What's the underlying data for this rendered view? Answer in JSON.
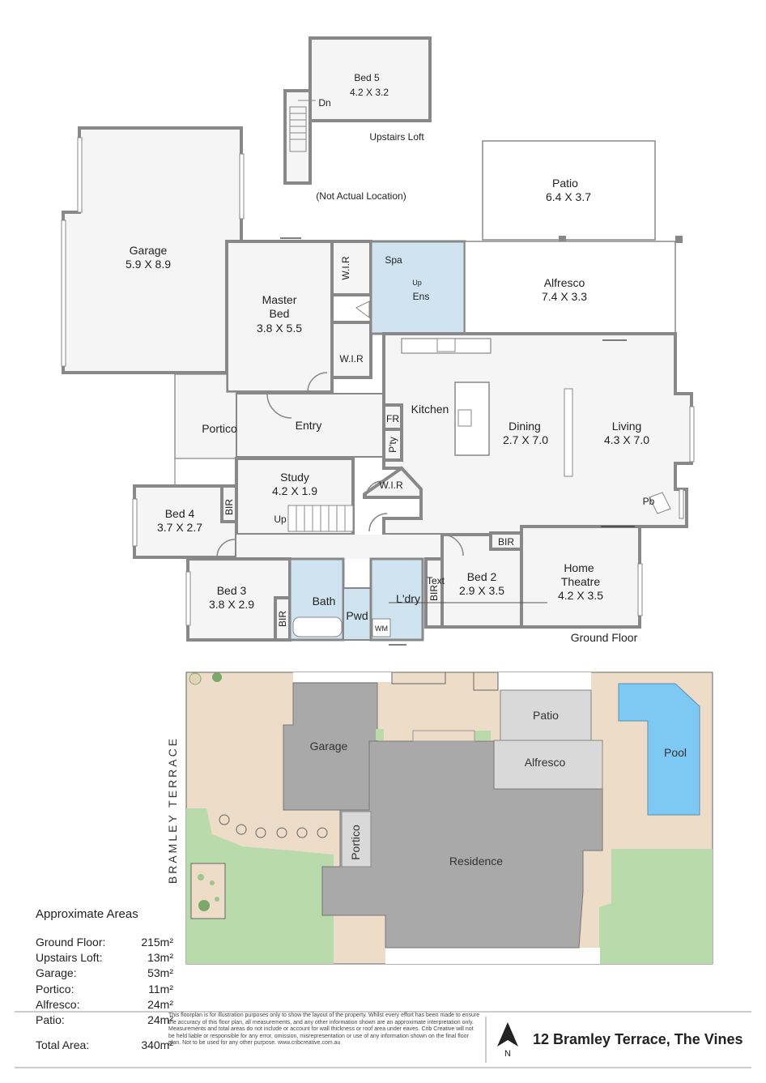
{
  "rooms": {
    "bed5": {
      "name": "Bed 5",
      "dim": "4.2 X 3.2"
    },
    "dn": "Dn",
    "upstairs_loft": "Upstairs Loft",
    "not_actual": "(Not Actual Location)",
    "patio": {
      "name": "Patio",
      "dim": "6.4 X 3.7"
    },
    "garage": {
      "name": "Garage",
      "dim": "5.9 X 8.9"
    },
    "wir1": "W.I.R",
    "wir2": "W.I.R",
    "wir3": "W.I.R",
    "spa": "Spa",
    "up_ens": "Up",
    "ens": "Ens",
    "alfresco": {
      "name": "Alfresco",
      "dim": "7.4 X 3.3"
    },
    "master": {
      "name1": "Master",
      "name2": "Bed",
      "dim": "3.8 X 5.5"
    },
    "portico": "Portico",
    "entry": "Entry",
    "kitchen": "Kitchen",
    "fr": "FR",
    "pty": "P'ty",
    "dining": {
      "name": "Dining",
      "dim": "2.7 X 7.0"
    },
    "living": {
      "name": "Living",
      "dim": "4.3 X 7.0"
    },
    "study": {
      "name": "Study",
      "dim": "4.2 X 1.9"
    },
    "up_study": "Up",
    "bed4": {
      "name": "Bed 4",
      "dim": "3.7 X 2.7"
    },
    "bir1": "BIR",
    "bir2": "BIR",
    "bir3": "BIR",
    "bir4": "BIR",
    "pb": "Pb",
    "bed3": {
      "name": "Bed 3",
      "dim": "3.8 X 2.9"
    },
    "bath": "Bath",
    "pwd": "Pwd",
    "wm": "WM",
    "ldry": "L'dry",
    "text": "Text",
    "bed2": {
      "name": "Bed 2",
      "dim": "2.9 X 3.5"
    },
    "theatre": {
      "name1": "Home",
      "name2": "Theatre",
      "dim": "4.2 X 3.5"
    },
    "ground_floor": "Ground Floor"
  },
  "site": {
    "street": "BRAMLEY TERRACE",
    "garage": "Garage",
    "patio": "Patio",
    "alfresco": "Alfresco",
    "pool": "Pool",
    "portico": "Portico",
    "residence": "Residence"
  },
  "areas": {
    "title": "Approximate Areas",
    "rows": [
      {
        "label": "Ground Floor:",
        "value": "215m²"
      },
      {
        "label": "Upstairs Loft:",
        "value": "13m²"
      },
      {
        "label": "Garage:",
        "value": "53m²"
      },
      {
        "label": "Portico:",
        "value": "11m²"
      },
      {
        "label": "Alfresco:",
        "value": "24m²"
      },
      {
        "label": "Patio:",
        "value": "24m²"
      }
    ],
    "total_label": "Total Area:",
    "total_value": "340m²"
  },
  "disclaimer": "This floorplan is for illustration purposes only to show the layout of the property. Whilst every effort has been made to ensure the accuracy of this floor plan, all measurements, and any other information shown are an approximate interpretation only. Measurements and total areas do not include or account for wall thickness or roof area under eaves. Crib Creative will not be held liable or responsible for any error, omission, misrepresentation or use of any information shown on the final floor plan. Not to be used for any other purpose. www.cribcreative.com.au",
  "north": "N",
  "address": "12 Bramley Terrace, The Vines",
  "colors": {
    "wall": "#888888",
    "tile": "#cfe3f0",
    "building": "#a9a9a9",
    "pool": "#7ec8f4",
    "lawn": "#b9dbab",
    "paving": "#ecdcc8"
  }
}
